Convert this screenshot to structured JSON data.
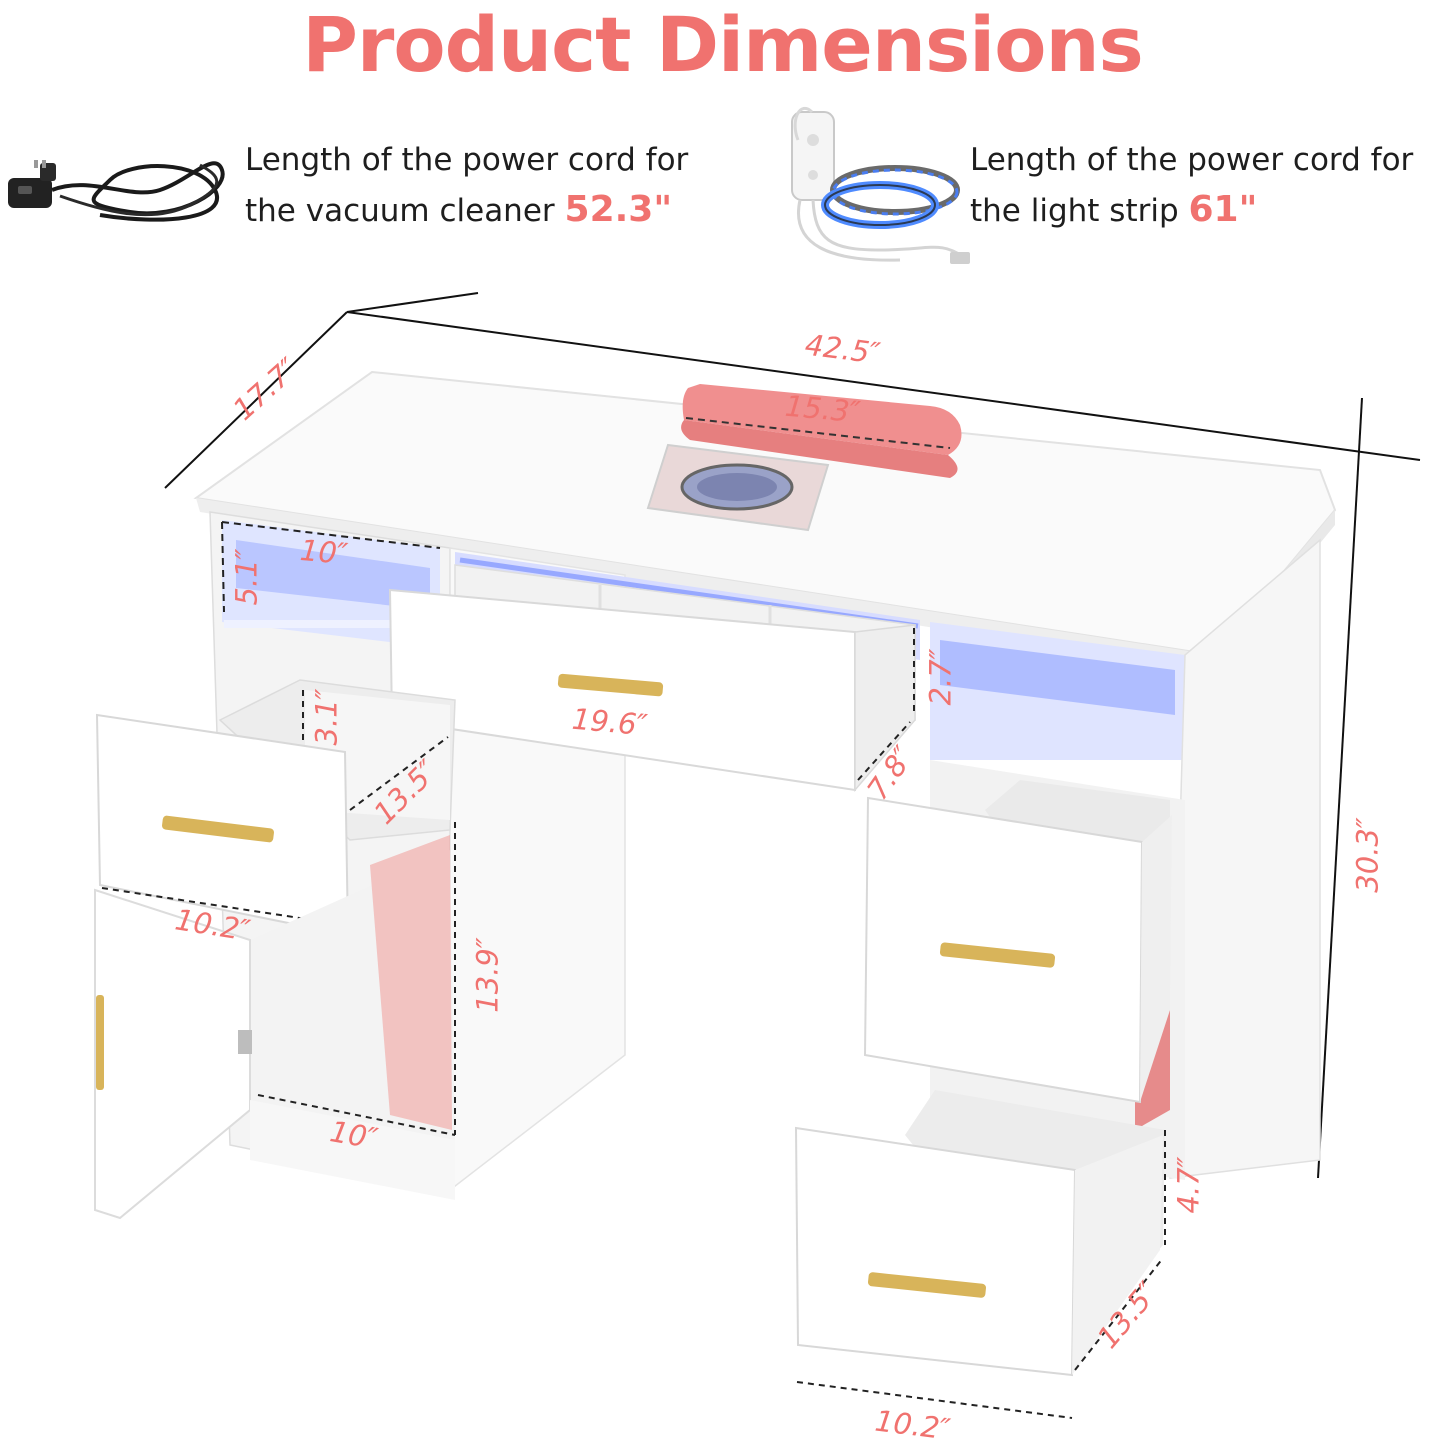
{
  "title": "Product Dimensions",
  "colors": {
    "accent": "#f0726f",
    "text": "#1e1e1e",
    "led": "#4f7bff"
  },
  "vacuum_cord": {
    "line1": "Length of the power cord for",
    "line2_prefix": "the vacuum cleaner",
    "value": "52.3\""
  },
  "light_strip_cord": {
    "line1": "Length of the power cord for",
    "line2_prefix": "the light strip",
    "value": "61\""
  },
  "icons": {
    "vacuum_cord": "power-plug-cord-icon",
    "light_strip": "led-strip-icon"
  },
  "dimensions": {
    "width": "42.5″",
    "depth": "17.7″",
    "height": "30.3″",
    "armrest": "15.3″",
    "left_shelf_width": "10″",
    "left_shelf_height": "5.1″",
    "center_drawer_width": "19.6″",
    "center_drawer_height": "2.7″",
    "center_drawer_depth": "7.8″",
    "left_drawer_height": "3.1″",
    "left_drawer_depth": "13.5″",
    "left_drawer_width": "10.2″",
    "cabinet_height": "13.9″",
    "cabinet_width": "10″",
    "right_drawer_height": "4.7″",
    "right_drawer_depth": "13.5″",
    "right_drawer_width": "10.2″"
  }
}
